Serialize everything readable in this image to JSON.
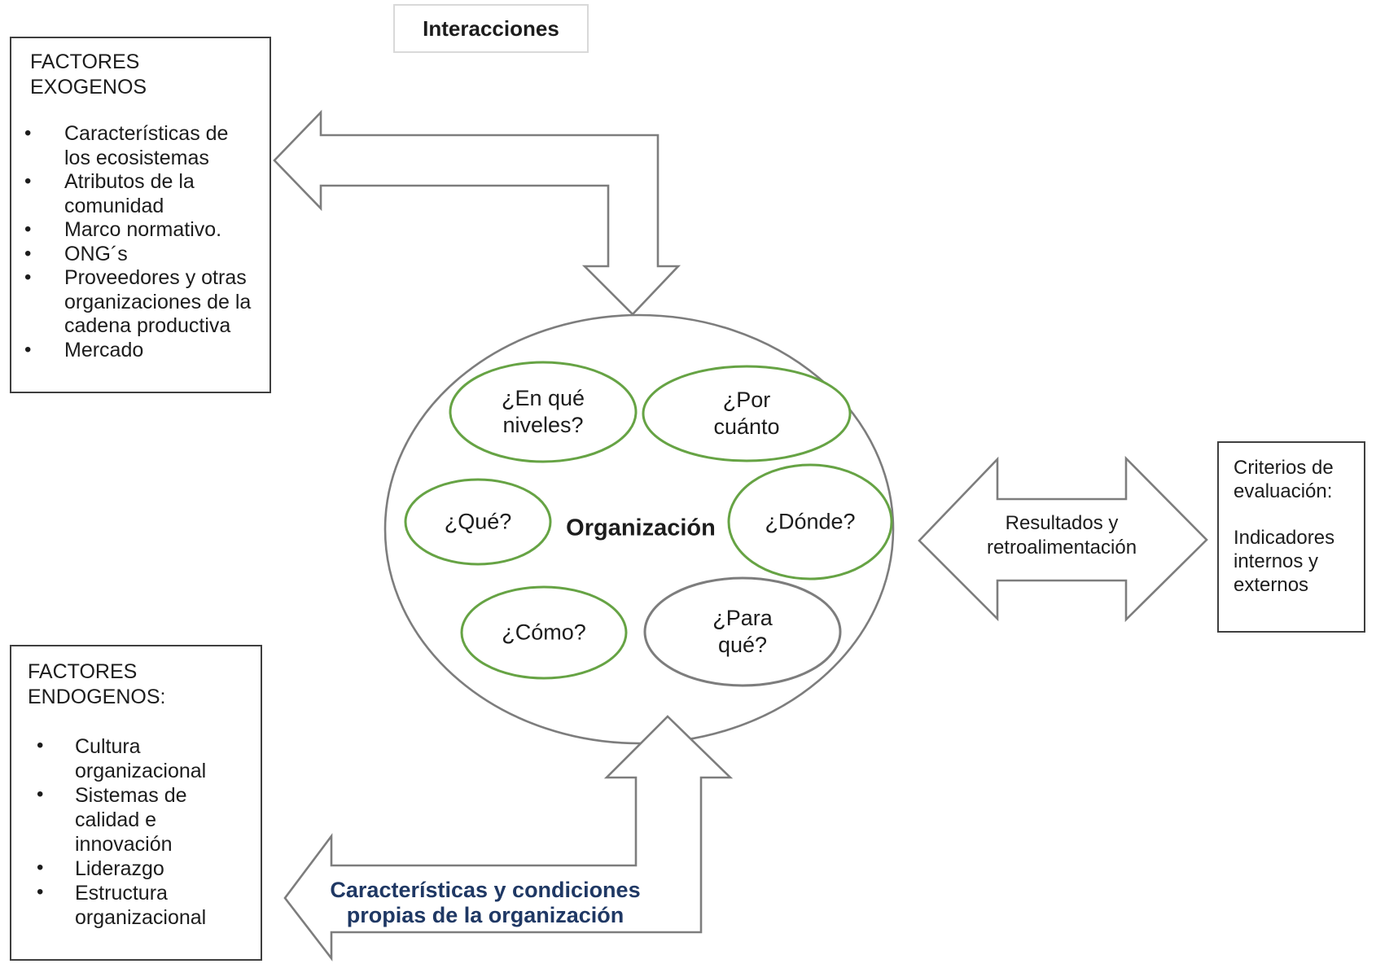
{
  "diagram_title": "Interacciones",
  "colors": {
    "green": "#66a344",
    "gray": "#7d7d7d",
    "navy": "#1f3864",
    "border": "#3f3f3f",
    "light_border": "#d9d9d9"
  },
  "exogenous_box": {
    "heading": "FACTORES\nEXOGENOS",
    "items": [
      "Características de\nlos ecosistemas",
      "Atributos de la\ncomunidad",
      "Marco normativo.",
      "ONG´s",
      "Proveedores y otras\norganizaciones de la\ncadena productiva",
      "Mercado"
    ]
  },
  "endogenous_box": {
    "heading": "FACTORES\nENDOGENOS:",
    "items": [
      "Cultura\norganizacional",
      "Sistemas de\ncalidad e\ninnovación",
      "Liderazgo",
      "Estructura\norganizacional"
    ]
  },
  "organization": {
    "label": "Organización",
    "questions": [
      {
        "id": "en-que-niveles",
        "label": "¿En qué\nniveles?",
        "outline": "green"
      },
      {
        "id": "por-cuanto",
        "label": "¿Por\ncuánto",
        "outline": "green"
      },
      {
        "id": "que",
        "label": "¿Qué?",
        "outline": "green"
      },
      {
        "id": "donde",
        "label": "¿Dónde?",
        "outline": "green"
      },
      {
        "id": "como",
        "label": "¿Cómo?",
        "outline": "green"
      },
      {
        "id": "para-que",
        "label": "¿Para\nqué?",
        "outline": "gray"
      }
    ]
  },
  "results_arrow": {
    "label": "Resultados y\nretroalimentación"
  },
  "criteria_box": {
    "heading": "Criterios de\nevaluación:",
    "body": "Indicadores\ninternos y\nexternos"
  },
  "bottom_arrow": {
    "label": "Características y condiciones\npropias de la organización"
  }
}
